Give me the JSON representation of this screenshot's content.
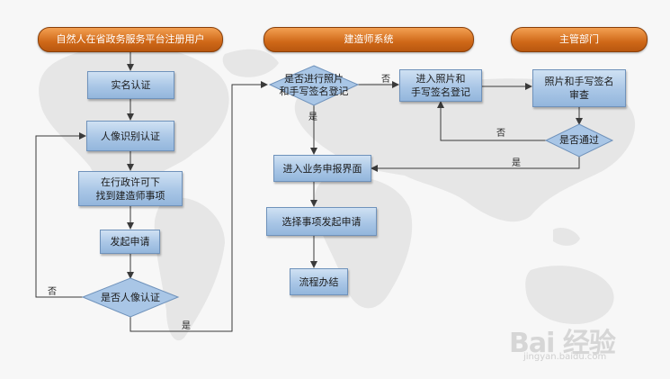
{
  "lanes": {
    "applicant": "自然人在省政务服务平台注册用户",
    "engineer_system": "建造师系统",
    "authority": "主管部门"
  },
  "steps": {
    "real_name": "实名认证",
    "face_auth": "人像识别认证",
    "find_item": "在行政许可下\n找到建造师事项",
    "apply": "发起申请",
    "photo_register": "进入照片和\n手写签名登记",
    "photo_review": "照片和手写签名\n审查",
    "business_page": "进入业务申报界面",
    "select_item": "选择事项发起申请",
    "finish": "流程办结"
  },
  "decisions": {
    "face_check": "是否人像认证",
    "photo_check": "是否进行照片\n和手写签名登记",
    "pass_check": "是否通过"
  },
  "labels": {
    "yes": "是",
    "no": "否"
  },
  "watermark": {
    "logo": "Bai 经验",
    "url": "jingyan.baidu.com"
  },
  "colors": {
    "lane_orange": "#cf6818",
    "box_blue": "#a9c6e6",
    "connector": "#3a3a3a"
  }
}
